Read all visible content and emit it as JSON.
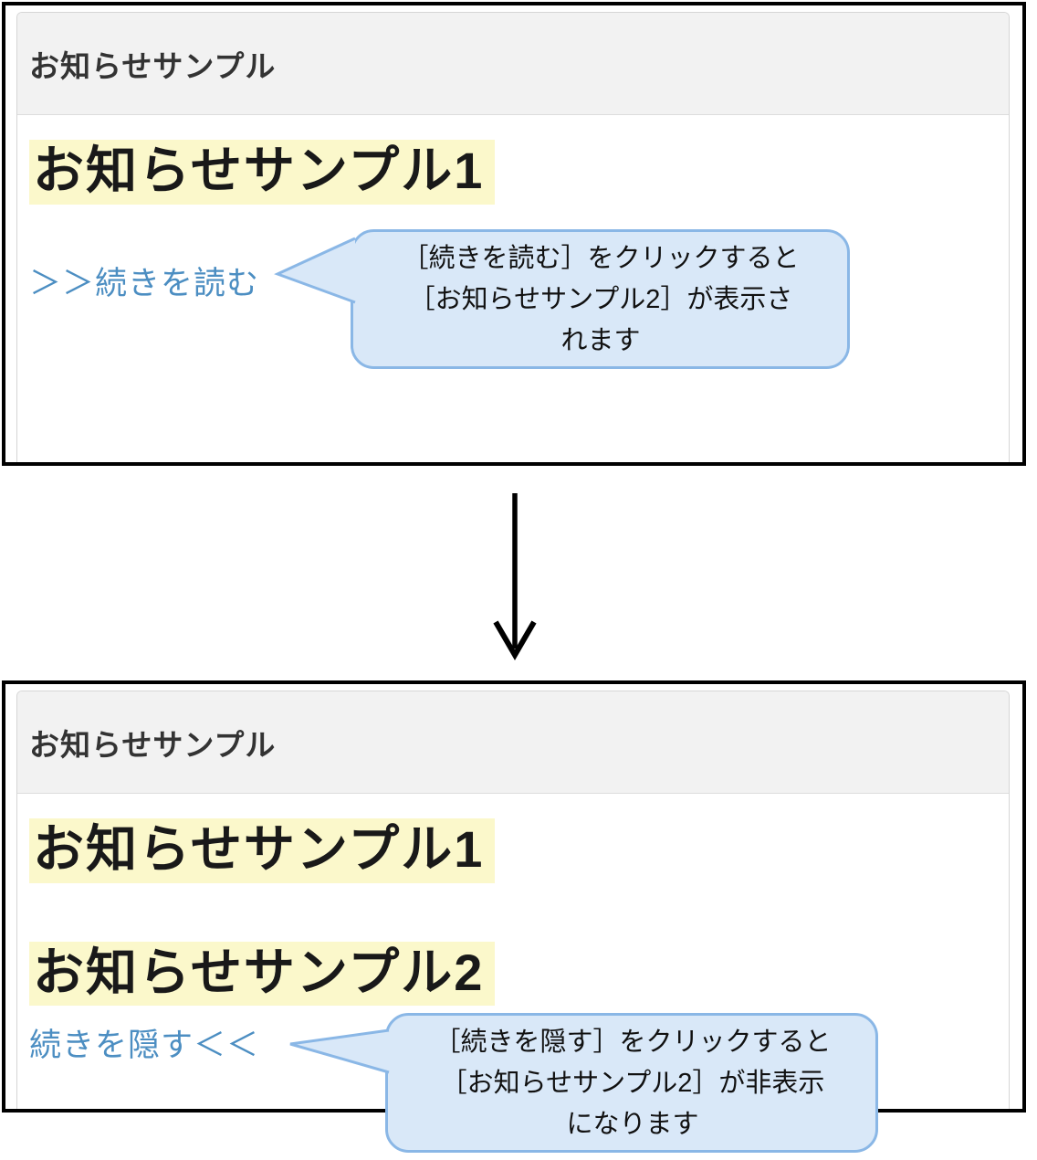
{
  "before": {
    "header_title": "お知らせサンプル",
    "heading1": "お知らせサンプル1",
    "read_more_link": "＞＞続きを読む",
    "callout": {
      "line1": "［続きを読む］をクリックすると",
      "line2": "［お知らせサンプル2］が表示さ",
      "line3": "れます"
    }
  },
  "after": {
    "header_title": "お知らせサンプル",
    "heading1": "お知らせサンプル1",
    "heading2": "お知らせサンプル2",
    "hide_link": "続きを隠す＜＜",
    "callout": {
      "line1": "［続きを隠す］をクリックすると",
      "line2": "［お知らせサンプル2］が非表示",
      "line3": "になります"
    }
  },
  "colors": {
    "frame_border": "#000000",
    "panel_border": "#d6d6d6",
    "header_bg": "#f2f2f2",
    "header_divider": "#dddddd",
    "highlight_yellow": "#fbf8cb",
    "link_blue": "#4c8ec2",
    "callout_fill": "#d9e8f8",
    "callout_border": "#8ab7e6",
    "arrow": "#000000"
  }
}
